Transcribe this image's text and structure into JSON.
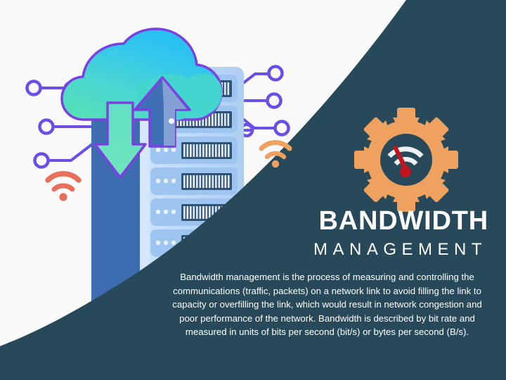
{
  "slide": {
    "title_main": "BANDWIDTH",
    "title_sub": "MANAGEMENT",
    "body": "Bandwidth management is the process of measuring and controlling the communications (traffic, packets) on a network link to avoid filling the link to capacity or overfilling the link, which would result in network congestion and poor performance of the network. Bandwidth is described by bit rate and measured in units of bits per second (bit/s) or bytes per second (B/s).",
    "colors": {
      "background_light": "#fafafb",
      "background_dark": "#27495a",
      "accent_orange": "#efa260",
      "accent_coral": "#e8705a",
      "circuit_purple": "#6b4ee8",
      "server_light": "#b8d4f5",
      "server_slot": "#9ec5ef",
      "server_display": "#2f5277",
      "column_blue": "#3d6cb0",
      "cloud_cyan": "#2bc4f0",
      "cloud_teal": "#4fd9c8",
      "arrow_blue": "#3f6fb5",
      "needle_red": "#c0141e",
      "text_white": "#ffffff"
    },
    "icons": {
      "gear": "gear-icon",
      "speedometer_wifi": "wifi-speedometer-icon",
      "wifi_left": "wifi-signal-icon",
      "wifi_right": "wifi-signal-icon",
      "cloud": "cloud-icon",
      "upload_arrow": "arrow-up-icon",
      "download_arrow": "arrow-down-icon",
      "server_rack": "server-rack-icon",
      "circuit_left": "circuit-traces-icon",
      "circuit_right": "circuit-traces-icon"
    }
  }
}
